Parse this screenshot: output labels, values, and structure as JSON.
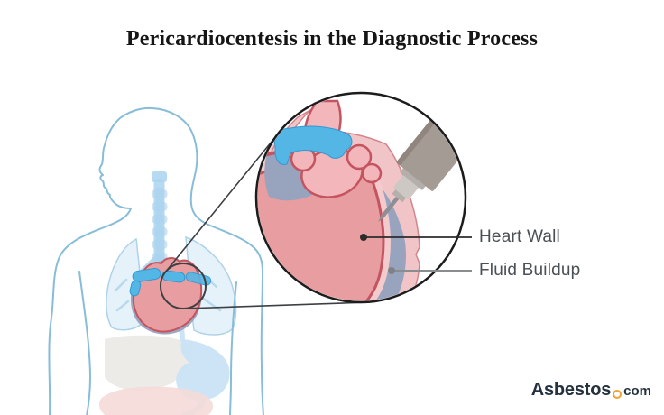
{
  "title": "Pericardiocentesis in the Diagnostic Process",
  "callouts": {
    "heart_wall": "Heart Wall",
    "fluid_buildup": "Fluid Buildup"
  },
  "logo": {
    "brand": "Asbestos",
    "tld": "com"
  },
  "palette": {
    "title_color": "#151515",
    "label_color": "#4a5055",
    "outline_blue": "#88bdd9",
    "lung_fill": "#e6f2fa",
    "lung_stroke": "#aed2e8",
    "organ_blue": "#a9d4ee",
    "spine_blue": "#c6dcec",
    "stomach_blue": "#c9e3f5",
    "liver_gray": "#e9e7e4",
    "intestine_pink": "#f4dad8",
    "vessel_blue": "#54b6e5",
    "vessel_blue_dark": "#2f9ad3",
    "heart_pink": "#e89da1",
    "heart_pink_light": "#f3b6ba",
    "pink_pale": "#f4cbcd",
    "pericardium_pink": "#f1c5c7",
    "pericardium_edge": "#d4858c",
    "heart_red": "#c4545f",
    "fluid_gray": "#98a3be",
    "needle_body": "#a49b94",
    "needle_shade": "#90867f",
    "needle_dark": "#6f645d",
    "needle_hub": "#cdc8c4",
    "needle_hub_dark": "#b5afab",
    "needle_shaft": "#8e8f93",
    "circle_stroke": "#1c1c1c",
    "cone_stroke": "#3c4043",
    "leader_dark": "#2b2b2b",
    "leader_gray": "#8a8d8f",
    "logo_navy": "#243240",
    "logo_orange": "#f2a233"
  }
}
